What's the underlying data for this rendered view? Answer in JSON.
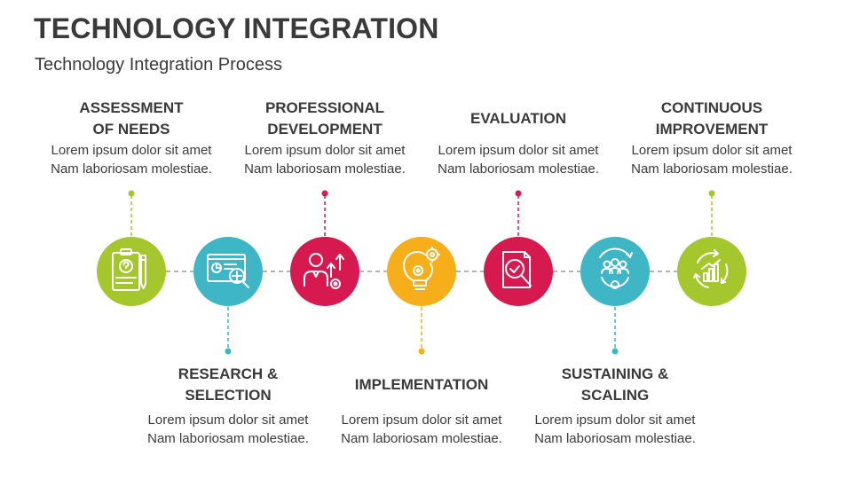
{
  "title": "TECHNOLOGY INTEGRATION",
  "subtitle": "Technology Integration Process",
  "steps": [
    {
      "title": "ASSESSMENT\nOF NEEDS",
      "body": "Lorem ipsum dolor sit amet\nNam laboriosam molestiae.",
      "color": "#a4c72e",
      "icon": "clipboard-question-icon",
      "position": "top"
    },
    {
      "title": "RESEARCH &\nSELECTION",
      "body": "Lorem ipsum dolor sit amet\nNam laboriosam molestiae.",
      "color": "#3fb6c6",
      "icon": "chart-magnifier-icon",
      "position": "bottom"
    },
    {
      "title": "PROFESSIONAL\nDEVELOPMENT",
      "body": "Lorem ipsum dolor sit amet\nNam laboriosam molestiae.",
      "color": "#d6194f",
      "icon": "person-growth-gear-icon",
      "position": "top"
    },
    {
      "title": "IMPLEMENTATION",
      "body": "Lorem ipsum dolor sit amet\nNam laboriosam molestiae.",
      "color": "#f6ae1a",
      "icon": "lightbulb-gears-icon",
      "position": "bottom"
    },
    {
      "title": "EVALUATION",
      "body": "Lorem ipsum dolor sit amet\nNam laboriosam molestiae.",
      "color": "#d6194f",
      "icon": "document-check-magnifier-icon",
      "position": "top"
    },
    {
      "title": "SUSTAINING &\nSCALING",
      "body": "Lorem ipsum dolor sit amet\nNam laboriosam molestiae.",
      "color": "#3fb6c6",
      "icon": "team-gear-cycle-icon",
      "position": "bottom"
    },
    {
      "title": "CONTINUOUS\nIMPROVEMENT",
      "body": "Lorem ipsum dolor sit amet\nNam laboriosam molestiae.",
      "color": "#a4c72e",
      "icon": "cycle-bar-chart-icon",
      "position": "top"
    }
  ]
}
